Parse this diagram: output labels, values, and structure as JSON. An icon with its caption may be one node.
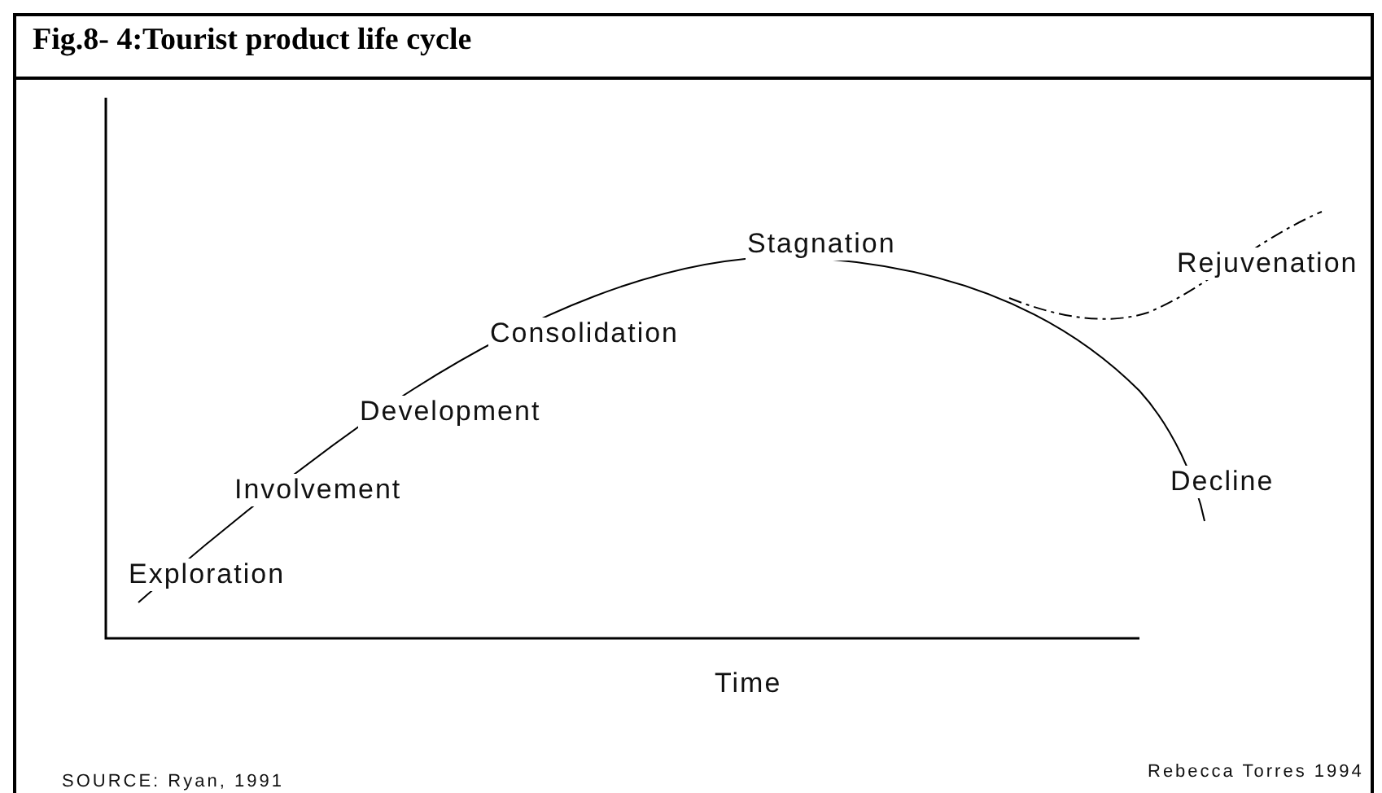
{
  "diagram": {
    "title": "Fig.8- 4:Tourist product life cycle",
    "labels": [
      "Stagnation",
      "Rejuvenation",
      "Consolidation",
      "Development",
      "Involvement",
      "Decline",
      "Exploration",
      "Time",
      "SOURCE: Ryan, 1991",
      "Rebecca Torres 1994"
    ]
  }
}
